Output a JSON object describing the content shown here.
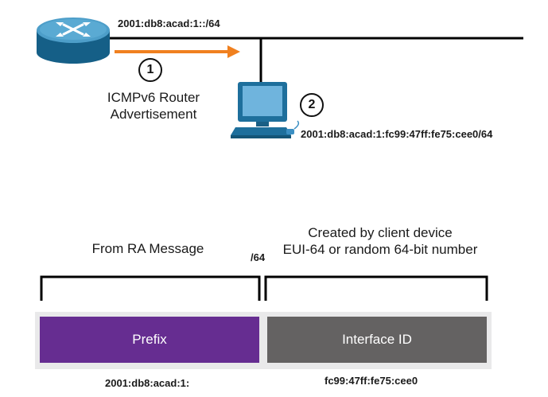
{
  "network": {
    "prefix_address": "2001:db8:acad:1::/64",
    "host_address": "2001:db8:acad:1:fc99:47ff:fe75:cee0/64"
  },
  "steps": [
    {
      "number": "1",
      "label_line1": "ICMPv6 Router",
      "label_line2": "Advertisement"
    },
    {
      "number": "2"
    }
  ],
  "breakdown": {
    "left_caption": "From RA Message",
    "right_caption_line1": "Created by client device",
    "right_caption_line2": "EUI-64 or random 64-bit number",
    "split_label": "/64",
    "prefix_label": "Prefix",
    "interface_label": "Interface ID",
    "prefix_value": "2001:db8:acad:1:",
    "interface_value": "fc99:47ff:fe75:cee0"
  },
  "colors": {
    "prefix": "#662d91",
    "interface": "#646262",
    "arrow": "#f0801f",
    "router": "#1b6d96",
    "computer": "#3b8fc3"
  },
  "icons": [
    "router-icon",
    "computer-icon"
  ]
}
